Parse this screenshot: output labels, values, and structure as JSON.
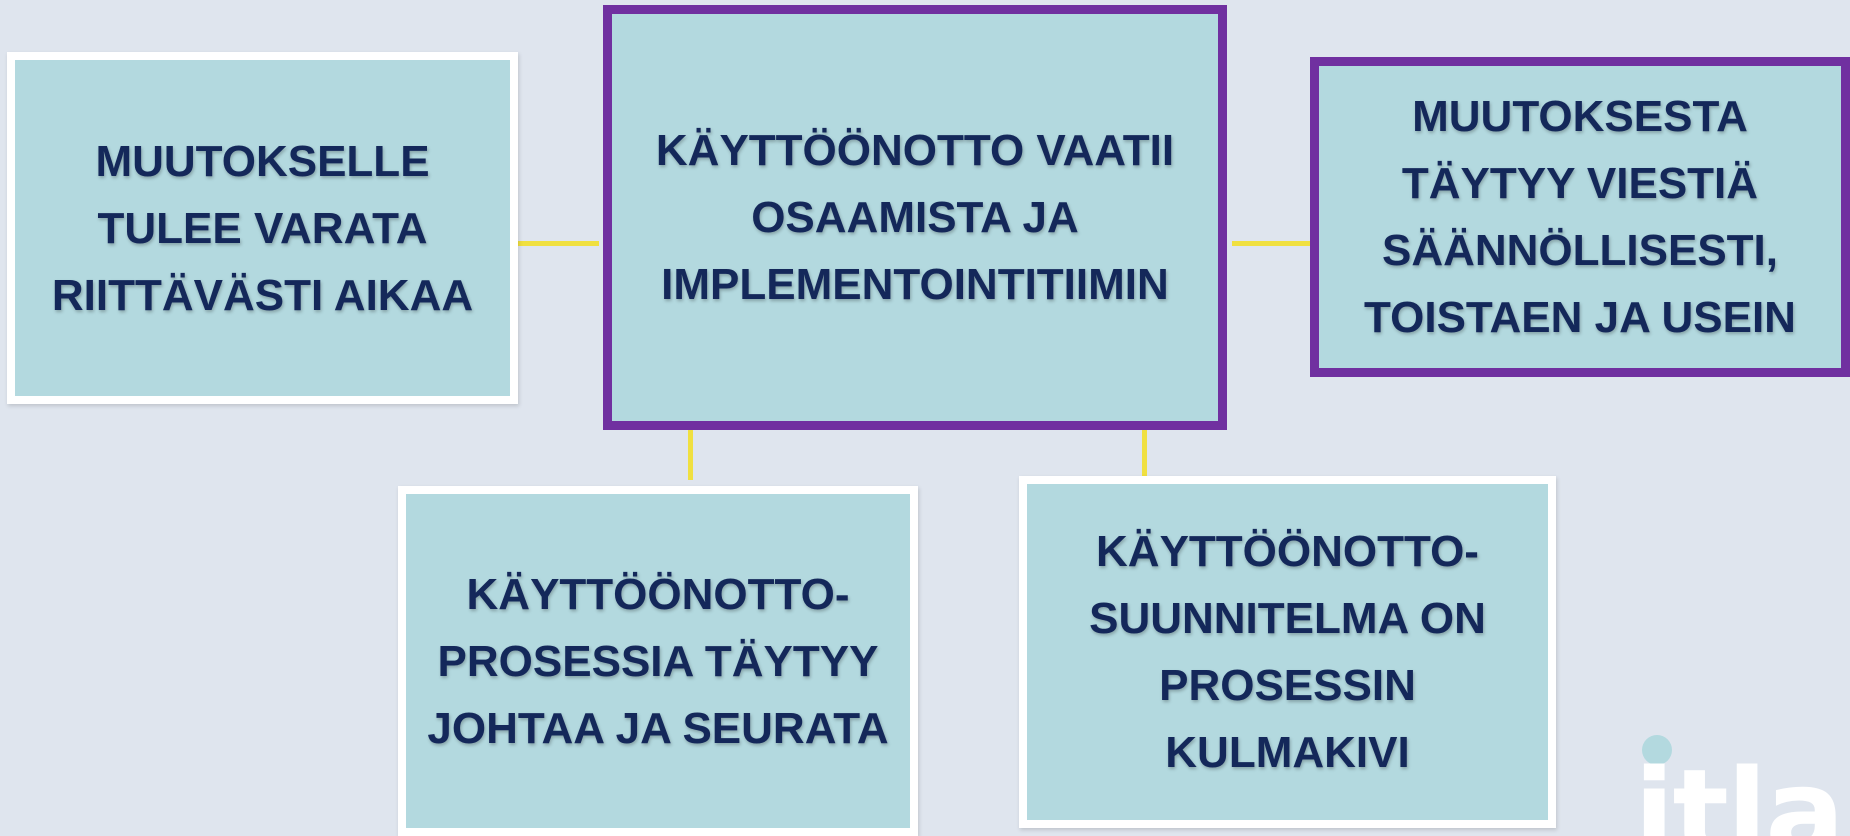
{
  "boxes": {
    "center": "KÄYTTÖÖNOTTO VAATII\nOSAAMISTA JA\nIMPLEMENTOINTITIIMIN\n ",
    "left": "MUUTOKSELLE\nTULEE VARATA\nRIITTÄVÄSTI AIKAA",
    "right": "MUUTOKSESTA\nTÄYTYY VIESTIÄ\nSÄÄNNÖLLISESTI,\nTOISTAEN JA USEIN",
    "bottom_left": "KÄYTTÖÖNOTTO-\nPROSESSIA TÄYTYY\nJOHTAA JA SEURATA",
    "bottom_right": "KÄYTTÖÖNOTTO-\nSUUNNITELMA ON\nPROSESSIN\nKULMAKIVI"
  },
  "logo": {
    "text": "itla"
  },
  "colors": {
    "background": "#dfe5ee",
    "box_fill": "#b3d9df",
    "highlight_border": "#7030a0",
    "connector": "#f0e040",
    "text": "#14285a"
  }
}
